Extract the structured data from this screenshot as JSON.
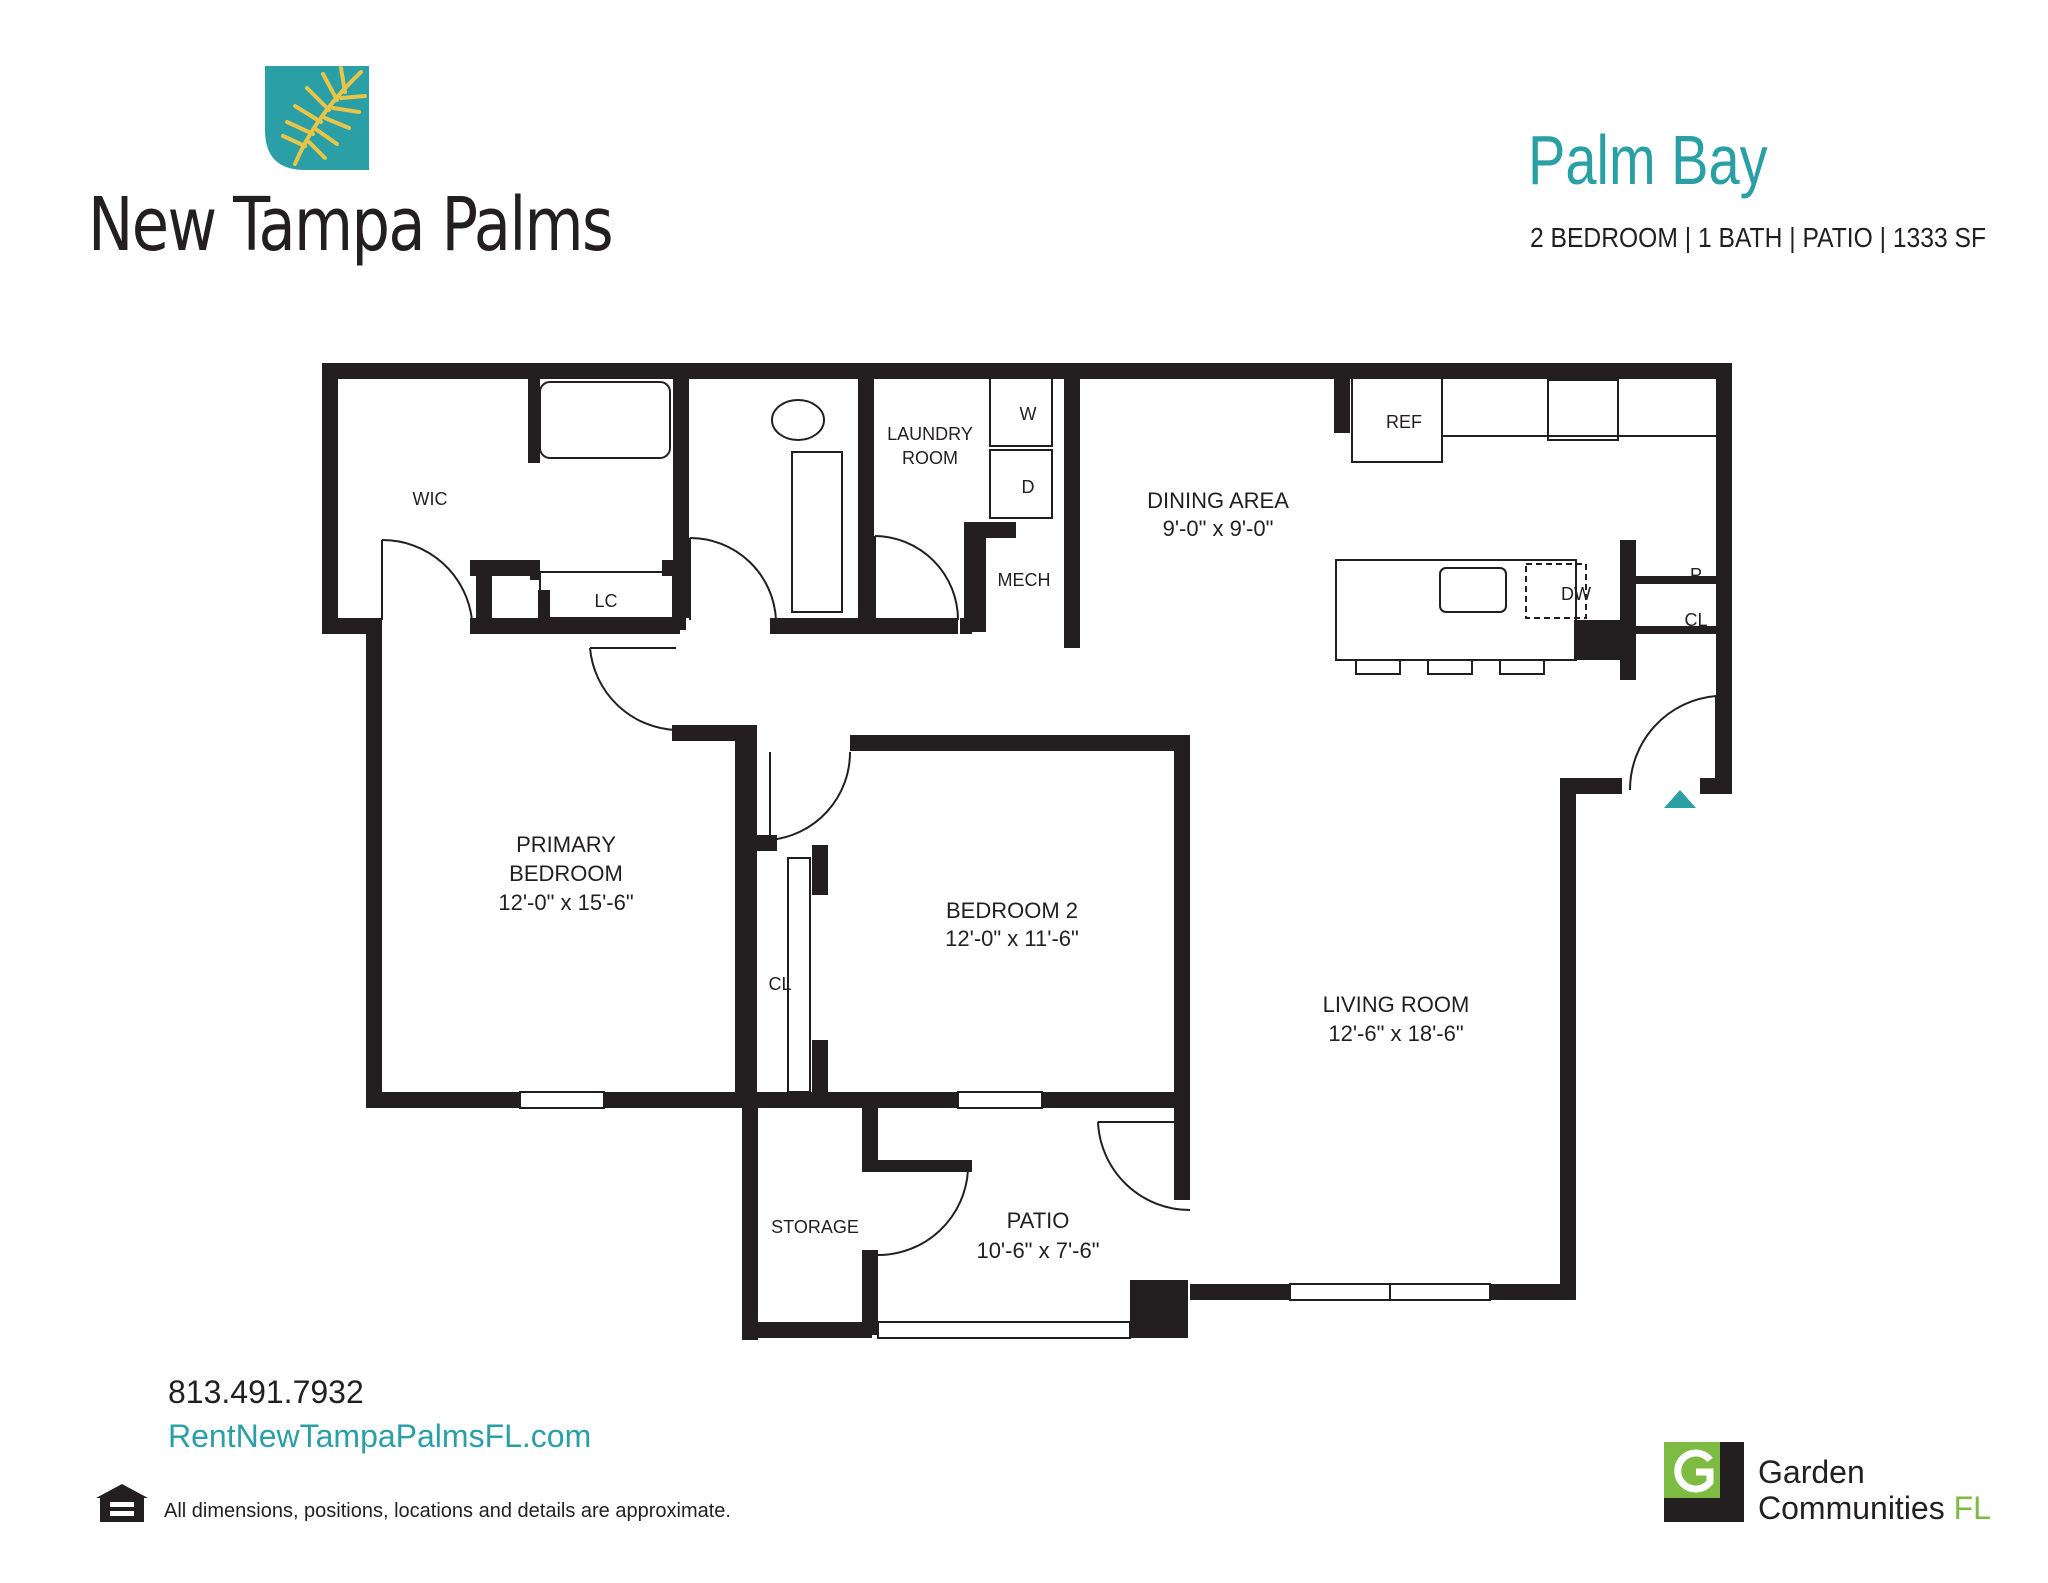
{
  "header": {
    "brand_name": "New Tampa Palms",
    "plan_name": "Palm Bay",
    "plan_specs": "2 BEDROOM | 1 BATH | PATIO | 1333 SF"
  },
  "rooms": {
    "wic": "WIC",
    "lc": "LC",
    "laundry_line1": "LAUNDRY",
    "laundry_line2": "ROOM",
    "washer": "W",
    "dryer": "D",
    "mech": "MECH",
    "dining_name": "DINING AREA",
    "dining_dims": "9'-0\" x 9'-0\"",
    "ref": "REF",
    "dw": "DW",
    "pantry": "P",
    "closet_kitchen": "CL",
    "primary_line1": "PRIMARY",
    "primary_line2": "BEDROOM",
    "primary_dims": "12'-0\" x 15'-6\"",
    "bedroom2_name": "BEDROOM 2",
    "bedroom2_dims": "12'-0\" x 11'-6\"",
    "closet_bedroom2": "CL",
    "living_name": "LIVING ROOM",
    "living_dims": "12'-6\" x 18'-6\"",
    "storage": "STORAGE",
    "patio_name": "PATIO",
    "patio_dims": "10'-6\" x 7'-6\""
  },
  "footer": {
    "phone": "813.491.7932",
    "website": "RentNewTampaPalmsFL.com",
    "disclaimer": "All dimensions, positions, locations and details are approximate.",
    "company_line1": "Garden",
    "company_line2": "Communities",
    "company_suffix": "FL"
  },
  "colors": {
    "accent_teal": "#2a9fa5",
    "wall": "#231f20",
    "logo_gold": "#e8c547",
    "company_green": "#7dbb42"
  },
  "icons": {
    "entry_marker": "triangle-up-icon",
    "equal_housing": "equal-housing-icon",
    "palm_logo": "palm-leaf-logo-icon",
    "company_logo": "garden-communities-logo-icon"
  }
}
